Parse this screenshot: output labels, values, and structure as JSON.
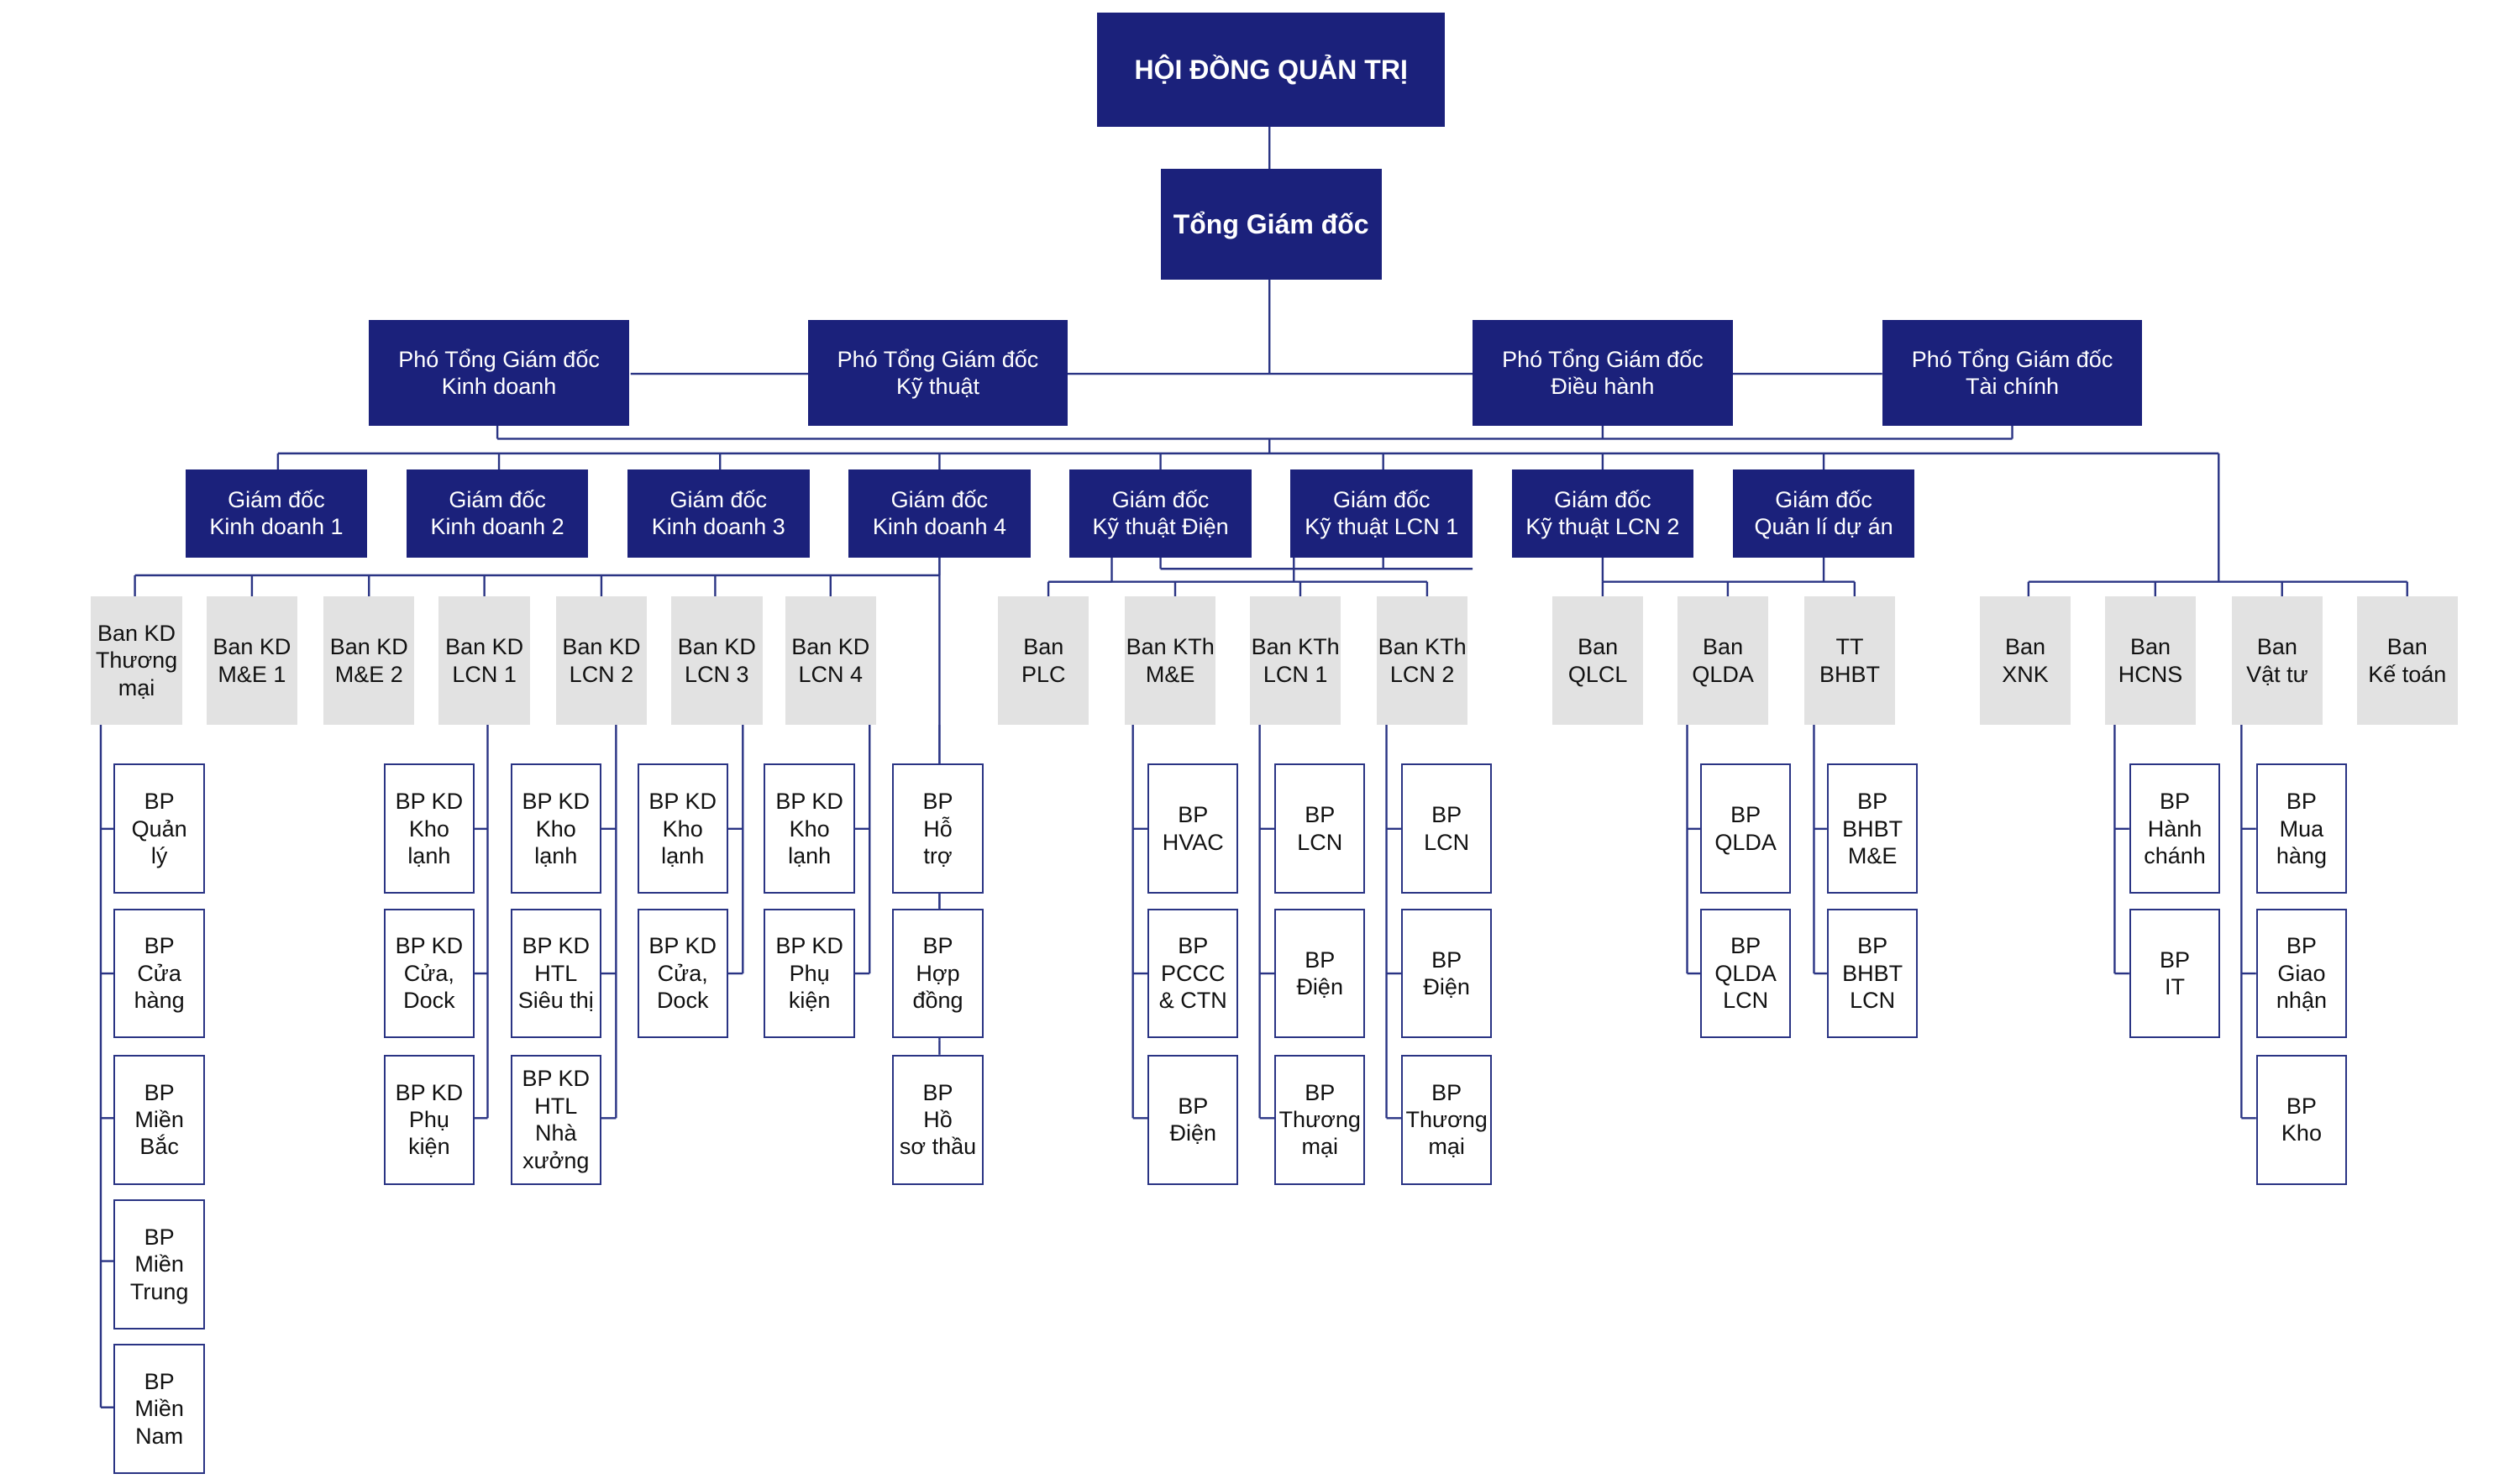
{
  "colors": {
    "navy": "#1b217b",
    "grey": "#e2e2e2",
    "line": "#2a3484",
    "white": "#ffffff"
  },
  "top": {
    "board": "HỘI ĐỒNG QUẢN TRỊ",
    "ceo": "Tổng Giám đốc"
  },
  "vice": [
    "Phó Tổng Giám đốc\nKinh doanh",
    "Phó Tổng Giám đốc\nKỹ thuật",
    "Phó Tổng Giám đốc\nĐiều hành",
    "Phó Tổng Giám đốc\nTài chính"
  ],
  "directors": [
    "Giám đốc\nKinh doanh 1",
    "Giám đốc\nKinh doanh 2",
    "Giám đốc\nKinh doanh 3",
    "Giám đốc\nKinh doanh 4",
    "Giám đốc\nKỹ thuật Điện",
    "Giám đốc\nKỹ thuật LCN 1",
    "Giám đốc\nKỹ thuật LCN 2",
    "Giám đốc\nQuản lí dự án"
  ],
  "boards": {
    "tm": "Ban KD\nThương\nmại",
    "me1": "Ban KD\nM&E 1",
    "me2": "Ban KD\nM&E 2",
    "lcn1": "Ban KD\nLCN 1",
    "lcn2": "Ban KD\nLCN 2",
    "lcn3": "Ban KD\nLCN 3",
    "lcn4": "Ban KD\nLCN 4",
    "plc": "Ban\nPLC",
    "kthme": "Ban KTh\nM&E",
    "kthlcn1": "Ban KTh\nLCN 1",
    "kthlcn2": "Ban KTh\nLCN 2",
    "qlcl": "Ban\nQLCL",
    "qlda": "Ban\nQLDA",
    "ttbhbt": "TT\nBHBT",
    "xnk": "Ban\nXNK",
    "hcns": "Ban\nHCNS",
    "vattu": "Ban\nVật tư",
    "ketoan": "Ban\nKế toán"
  },
  "units": {
    "tm": [
      "BP\nQuản\nlý",
      "BP\nCửa\nhàng",
      "BP\nMiền\nBắc",
      "BP\nMiền\nTrung",
      "BP\nMiền\nNam"
    ],
    "lcn1": [
      "BP KD\nKho\nlạnh",
      "BP KD\nCửa,\nDock",
      "BP KD\nPhụ\nkiện"
    ],
    "lcn2": [
      "BP KD\nKho\nlạnh",
      "BP KD\nHTL\nSiêu thị",
      "BP KD\nHTL\nNhà\nxưởng"
    ],
    "lcn3": [
      "BP KD\nKho\nlạnh",
      "BP KD\nCửa,\nDock"
    ],
    "lcn4": [
      "BP KD\nKho\nlạnh",
      "BP KD\nPhụ\nkiện"
    ],
    "gd4": [
      "BP\nHỗ\ntrợ",
      "BP\nHợp\nđồng",
      "BP\nHồ\nsơ thầu"
    ],
    "kthme": [
      "BP\nHVAC",
      "BP\nPCCC\n& CTN",
      "BP\nĐiện"
    ],
    "kthlcn1": [
      "BP\nLCN",
      "BP\nĐiện",
      "BP\nThương\nmại"
    ],
    "kthlcn2": [
      "BP\nLCN",
      "BP\nĐiện",
      "BP\nThương\nmại"
    ],
    "qlda": [
      "BP\nQLDA",
      "BP\nQLDA\nLCN"
    ],
    "ttbhbt": [
      "BP\nBHBT\nM&E",
      "BP\nBHBT\nLCN"
    ],
    "hcns": [
      "BP\nHành\nchánh",
      "BP\nIT"
    ],
    "vattu": [
      "BP\nMua\nhàng",
      "BP\nGiao\nnhận",
      "BP\nKho"
    ]
  }
}
